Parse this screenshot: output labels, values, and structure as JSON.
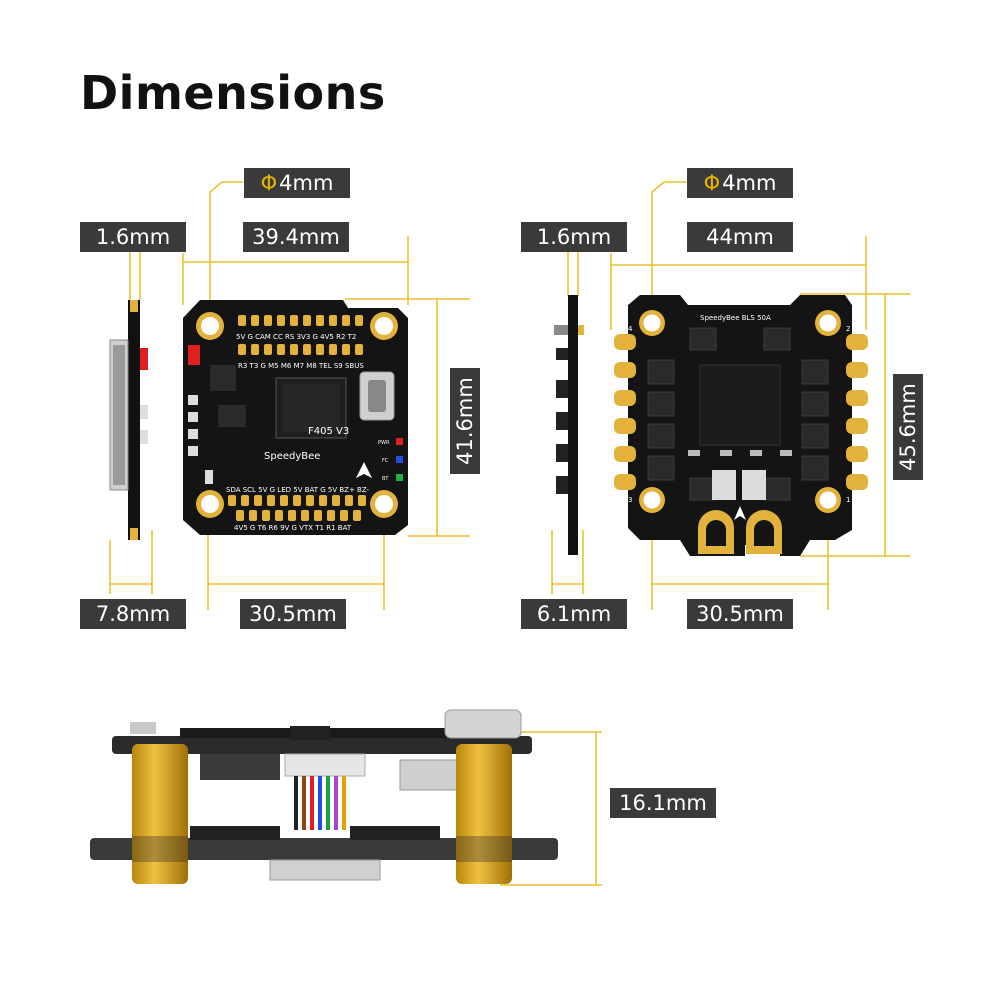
{
  "title": "Dimensions",
  "colors": {
    "dimension_line": "#e8b400",
    "tag_bg": "#3a3a3a",
    "pcb": "#111111",
    "pad": "#e3b23c"
  },
  "fc": {
    "hole_label": "4mm",
    "thickness": "1.6mm",
    "width": "39.4mm",
    "height": "41.6mm",
    "depth": "7.8mm",
    "mount": "30.5mm",
    "brand": "SpeedyBee",
    "model": "F405 V3",
    "pins_top": "5V  G  CAM CC  RS 3V3  G  4V5  R2  T2",
    "pins_top2": "R3  T3  G  M5  M6  M7  M8 TEL  S9  SBUS",
    "pins_bottom": "SDA SCL 5V  G  LED 5V BAT  G  5V  BZ+ BZ-",
    "pins_bottom2": "4V5  G  T6  R6  9V  G  VTX  T1  R1  BAT",
    "led_labels": [
      "PWR",
      "FC",
      "BT"
    ]
  },
  "esc": {
    "hole_label": "4mm",
    "thickness": "1.6mm",
    "width": "44mm",
    "height": "45.6mm",
    "depth": "6.1mm",
    "mount": "30.5mm",
    "model": "SpeedyBee BLS 50A",
    "corners": [
      "4",
      "2",
      "3",
      "1"
    ]
  },
  "stack": {
    "height": "16.1mm"
  }
}
